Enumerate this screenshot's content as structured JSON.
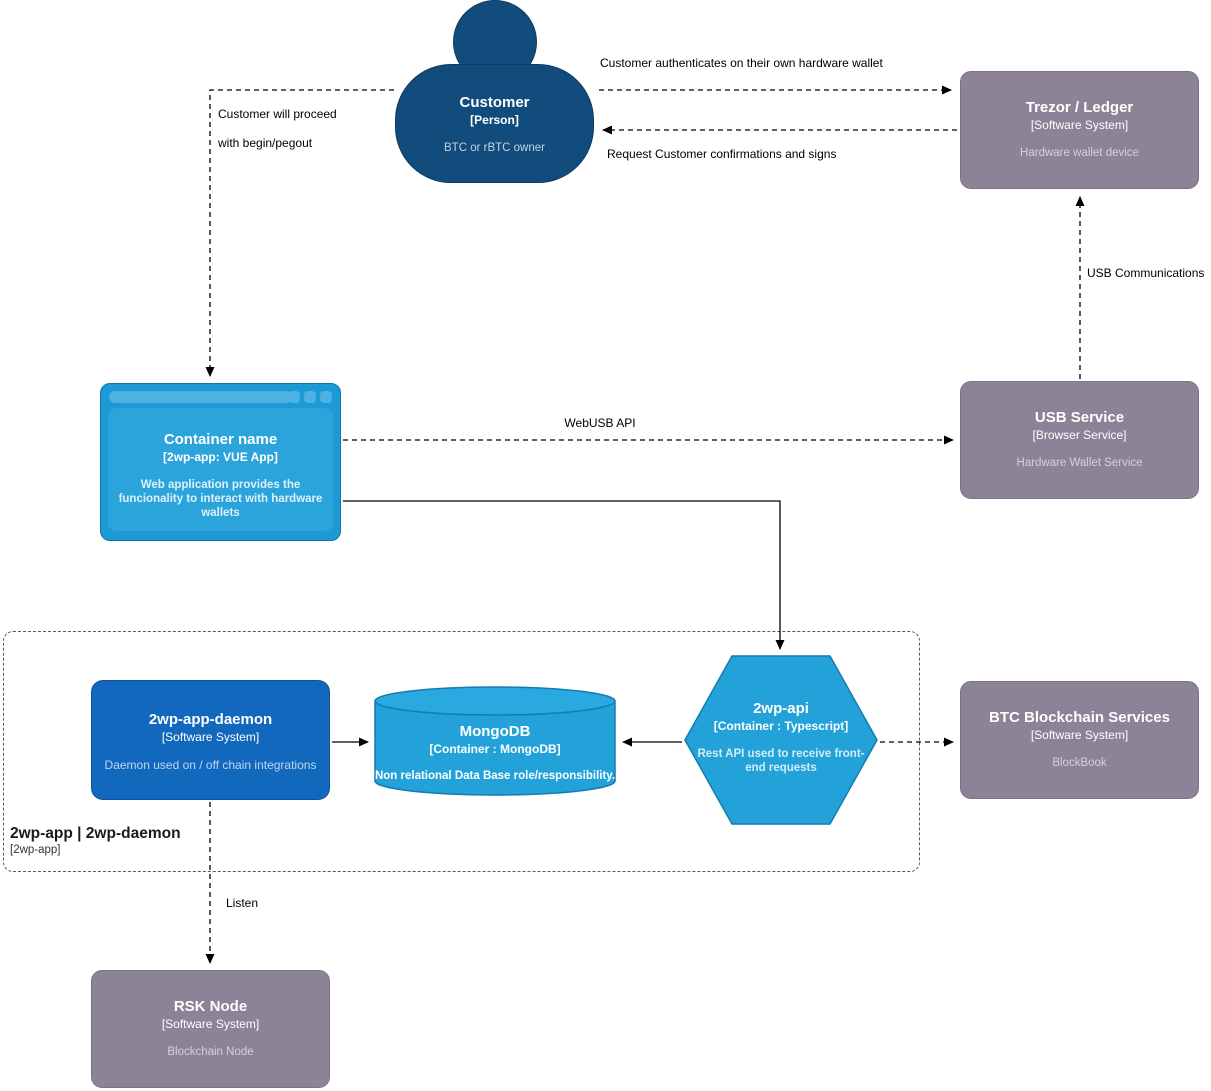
{
  "nodes": {
    "customer": {
      "title": "Customer",
      "subtitle": "[Person]",
      "description": "BTC or rBTC owner"
    },
    "trezor": {
      "title": "Trezor / Ledger",
      "subtitle": "[Software System]",
      "description": "Hardware wallet device"
    },
    "container": {
      "title": "Container name",
      "subtitle": "[2wp-app: VUE App]",
      "description": "Web application provides the funcionality to interact with hardware wallets"
    },
    "usb_service": {
      "title": "USB Service",
      "subtitle": "[Browser Service]",
      "description": "Hardware Wallet Service"
    },
    "daemon": {
      "title": "2wp-app-daemon",
      "subtitle": "[Software System]",
      "description": "Daemon used on / off chain integrations"
    },
    "mongodb": {
      "title": "MongoDB",
      "subtitle": "[Container : MongoDB]",
      "description": "Non relational Data Base role/responsibility."
    },
    "api": {
      "title": "2wp-api",
      "subtitle": "[Container : Typescript]",
      "description": "Rest API used to receive front-end requests"
    },
    "btc_services": {
      "title": "BTC Blockchain Services",
      "subtitle": "[Software System]",
      "description": "BlockBook"
    },
    "rsk_node": {
      "title": "RSK Node",
      "subtitle": "[Software System]",
      "description": "Blockchain Node"
    }
  },
  "boundary": {
    "title": "2wp-app | 2wp-daemon",
    "subtitle": "[2wp-app]"
  },
  "edge_labels": {
    "authenticate": "Customer authenticates on their own hardware wallet",
    "request_sign": "Request Customer confirmations and signs",
    "proceed_line1": "Customer will proceed",
    "proceed_line2": "with begin/pegout",
    "usb_communications": "USB Communications",
    "webusb_api": "WebUSB API",
    "listen": "Listen"
  },
  "colors": {
    "person_fill": "#124C7D",
    "external_system_fill": "#8C8496",
    "container_fill": "#23A2D9",
    "system_fill": "#1168BD",
    "edge_color": "#000000",
    "background": "#FFFFFF"
  }
}
